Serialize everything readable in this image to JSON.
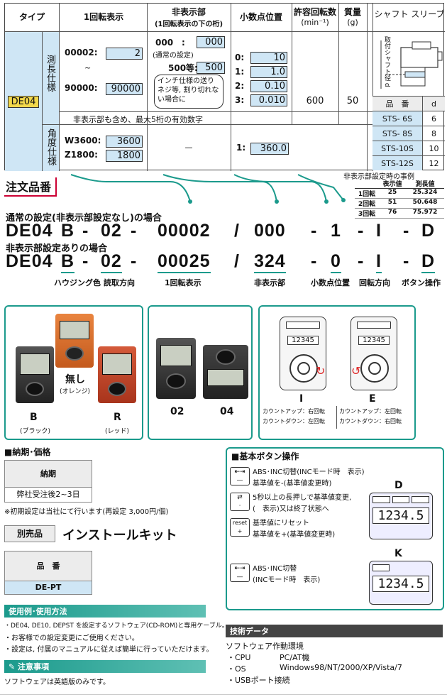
{
  "spec": {
    "headers": {
      "type": "タイプ",
      "one_rev": "1回転表示",
      "hidden": "非表示部",
      "hidden_sub": "(1回転表示の下の桁)",
      "decimal": "小数点位置",
      "rpm": "許容回転数",
      "rpm_unit": "(min⁻¹)",
      "mass": "質量",
      "mass_unit": "(g)",
      "shaft": "シャフト スリーブ"
    },
    "type": "DE04",
    "measure_label": "測長仕様",
    "angle_label": "角度仕様",
    "one_rev_a_label": "00002:",
    "one_rev_a_val": "2",
    "tilde": "~",
    "one_rev_b_label": "90000:",
    "one_rev_b_val": "90000",
    "hidden_a_label": "000　:",
    "hidden_a_val": "000",
    "hidden_a_note": "(通常の設定)",
    "hidden_b_label": "500等:",
    "hidden_b_val": "500",
    "hidden_b_note": "インチ仕様の送りネジ等, 割り切れない場合に",
    "dec": [
      {
        "k": "0:",
        "v": "10"
      },
      {
        "k": "1:",
        "v": "1.0"
      },
      {
        "k": "2:",
        "v": "0.10"
      },
      {
        "k": "3:",
        "v": "0.010"
      }
    ],
    "rpm": "600",
    "mass": "50",
    "note": "非表示部も含め、最大5桁の有効数字",
    "angle_a_label": "W3600:",
    "angle_a_val": "3600",
    "angle_b_label": "Z1800:",
    "angle_b_val": "1800",
    "angle_hidden": "—",
    "angle_dec_label": "1:",
    "angle_dec_val": "360.0",
    "shaft_label": "取付シャフト径 d",
    "sleeve_headers": {
      "part": "品　番",
      "d": "d"
    },
    "sleeves": [
      {
        "p": "STS- 6S",
        "d": "6"
      },
      {
        "p": "STS- 8S",
        "d": "8"
      },
      {
        "p": "STS-10S",
        "d": "10"
      },
      {
        "p": "STS-12S",
        "d": "12"
      }
    ]
  },
  "order": {
    "title": "注文品番",
    "example_title": "非表示部設定時の事例",
    "example_headers": [
      "",
      "表示値",
      "測長値"
    ],
    "examples": [
      [
        "1回転",
        "25",
        "25.324"
      ],
      [
        "2回転",
        "51",
        "50.648"
      ],
      [
        "3回転",
        "76",
        "75.972"
      ]
    ],
    "normal_label": "通常の設定(非表示部設定なし)の場合",
    "normal_code": [
      "DE04",
      "B",
      "-",
      "02",
      "-",
      "00002",
      "/",
      "000",
      "-",
      "1",
      "-",
      "I",
      "-",
      "D"
    ],
    "hidden_label": "非表示部設定ありの場合",
    "hidden_code": [
      "DE04",
      "B",
      "-",
      "02",
      "-",
      "00025",
      "/",
      "324",
      "-",
      "0",
      "-",
      "I",
      "-",
      "D"
    ],
    "labels": [
      "ハウジング色",
      "読取方向",
      "1回転表示",
      "非表示部",
      "小数点位置",
      "回転方向",
      "ボタン操作"
    ]
  },
  "housing": {
    "b": "B",
    "b_sub": "(ブラック)",
    "r": "R",
    "r_sub": "(レッド)",
    "none": "無し",
    "none_sub": "(オレンジ)"
  },
  "direction": {
    "a": "02",
    "b": "04"
  },
  "rotation": {
    "display": "12345",
    "i": "I",
    "e": "E",
    "i_note1": "カウントアップ：右回転",
    "i_note2": "カウントダウン：左回転",
    "e_note1": "カウントアップ：左回転",
    "e_note2": "カウントダウン：右回転"
  },
  "delivery": {
    "title": "■納期･価格",
    "head": "納期",
    "value": "弊社受注後2~3日",
    "note": "※初期設定は当社にて行います(再設定 3,000円/個)"
  },
  "kit": {
    "tag": "別売品",
    "title": "インストールキット",
    "head": "品　番",
    "part": "DE-PT"
  },
  "usage": {
    "title": "使用例･使用方法",
    "lines": [
      "・DE04, DE10, DEPST を設定するソフトウェア(CD-ROM)と専用ケーブル。",
      "・お客様での設定変更にご使用ください。",
      "・設定は, 付属のマニュアルに従えば簡単に行っていただけます。"
    ]
  },
  "caution": {
    "title": "注意事項",
    "text": "ソフトウェアは英語版のみです。"
  },
  "buttons": {
    "title": "■基本ボタン操作",
    "b1": "ABS･INC切替(INCモード時　表示)",
    "b1b": "基準値を-(基準値変更時)",
    "b2": "5秒以上の長押しで基準値変更,",
    "b2b": "(　表示)又は終了状態へ",
    "b3": "基準値にリセット",
    "b3b": "基準値を+(基準値変更時)",
    "b4": "ABS･INC切替",
    "b4b": "(INCモード時　表示)",
    "d": "D",
    "k": "K",
    "reading": "1234.5",
    "reset": "reset"
  },
  "tech": {
    "title": "技術データ",
    "env": "ソフトウェア作動環境",
    "cpu_k": "・CPU",
    "cpu_v": "PC/AT機",
    "os_k": "・OS",
    "os_v": "Windows98/NT/2000/XP/Vista/7",
    "usb": "・USBポート接続"
  }
}
